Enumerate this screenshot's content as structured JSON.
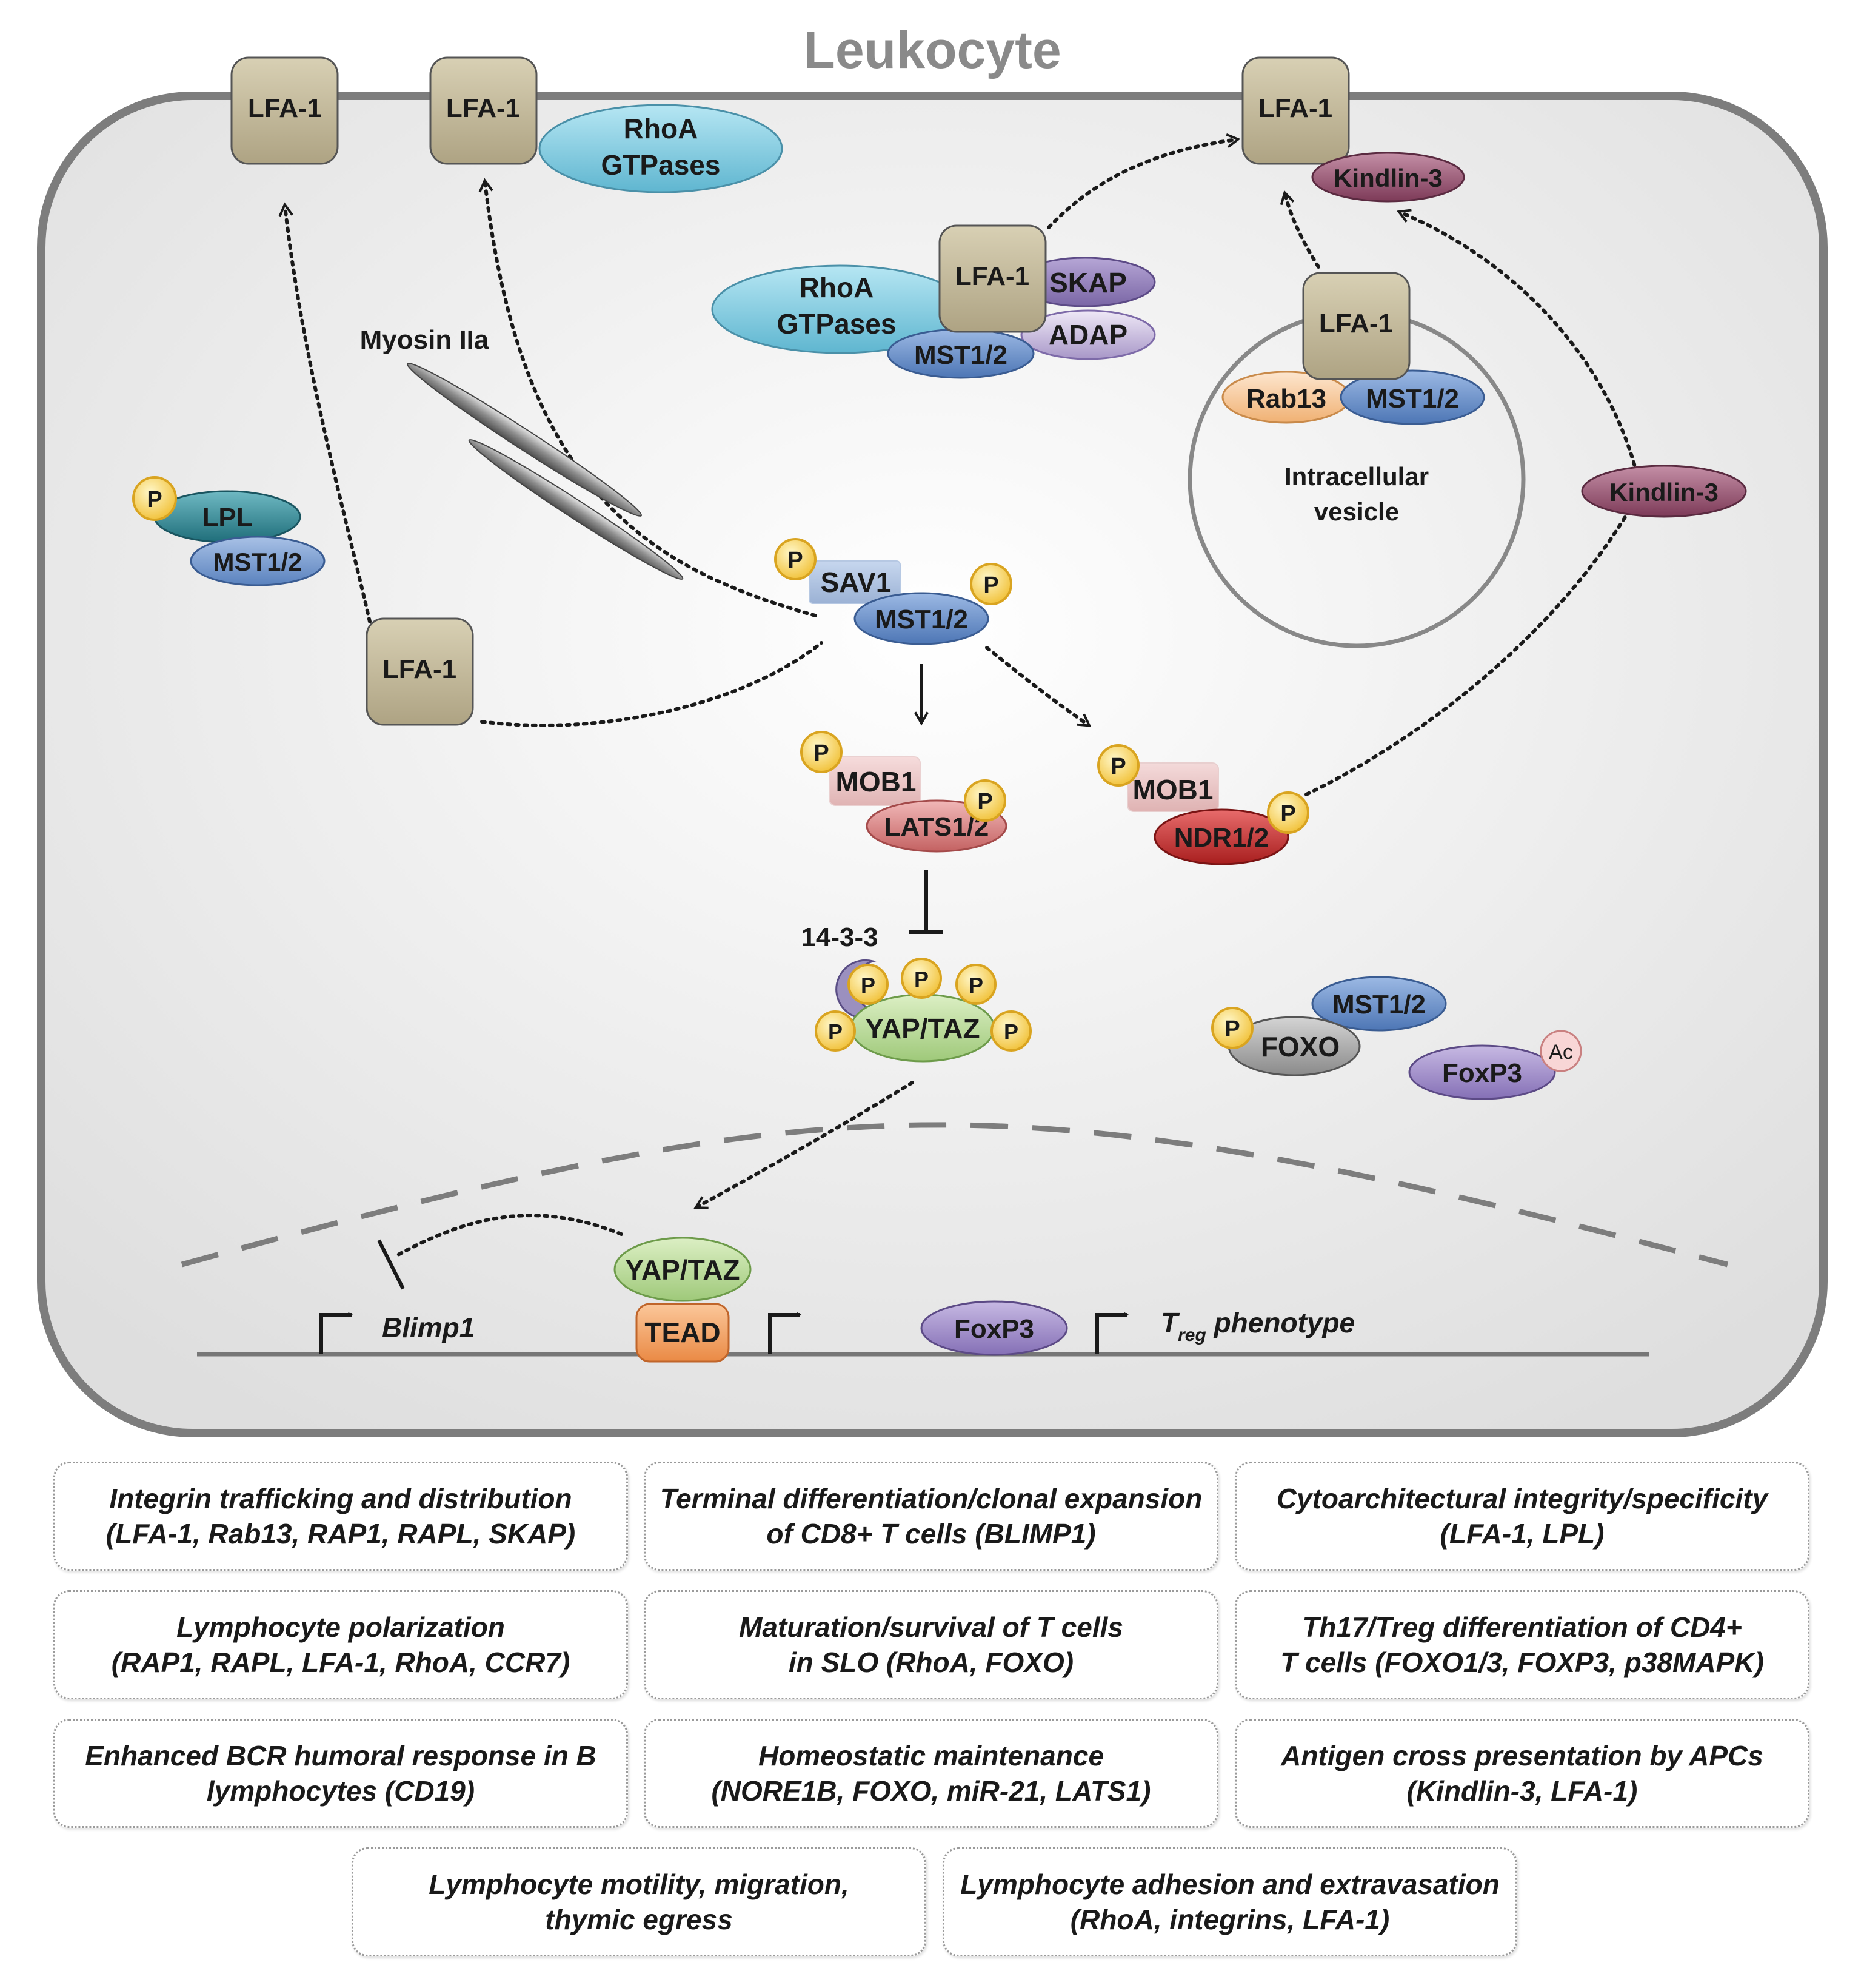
{
  "title": "Leukocyte",
  "proteins": {
    "lfa1": "LFA-1",
    "rhoa_gtpases": [
      "RhoA",
      "GTPases"
    ],
    "kindlin3": "Kindlin-3",
    "skap": "SKAP",
    "adap": "ADAP",
    "mst12": "MST1/2",
    "rab13": "Rab13",
    "lpl": "LPL",
    "sav1": "SAV1",
    "mob1": "MOB1",
    "lats12": "LATS1/2",
    "ndr12": "NDR1/2",
    "yap_taz": "YAP/TAZ",
    "foxo": "FOXO",
    "foxp3": "FoxP3",
    "tead": "TEAD",
    "p": "P",
    "ac": "Ac",
    "myosin": "Myosin IIa",
    "fourteen33": "14-3-3"
  },
  "vesicle": [
    "Intracellular",
    "vesicle"
  ],
  "genes": {
    "blimp1": "Blimp1",
    "treg_t": "T",
    "treg_sub": "reg",
    "treg_rest": " phenotype"
  },
  "functions": [
    [
      "Integrin trafficking and distribution",
      "(LFA-1, Rab13, RAP1, RAPL, SKAP)"
    ],
    [
      "Terminal differentiation/clonal expansion",
      "of CD8+ T cells (BLIMP1)"
    ],
    [
      "Cytoarchitectural integrity/specificity",
      "(LFA-1, LPL)"
    ],
    [
      "Lymphocyte polarization",
      "(RAP1, RAPL, LFA-1, RhoA, CCR7)"
    ],
    [
      "Maturation/survival of T cells",
      "in SLO (RhoA, FOXO)"
    ],
    [
      "Th17/Treg differentiation of CD4+",
      "T cells (FOXO1/3, FOXP3, p38MAPK)"
    ],
    [
      "Enhanced BCR humoral response in B",
      "lymphocytes (CD19)"
    ],
    [
      "Homeostatic maintenance",
      "(NORE1B, FOXO, miR-21, LATS1)"
    ],
    [
      "Antigen cross presentation by APCs",
      "(Kindlin-3, LFA-1)"
    ],
    [
      "Lymphocyte motility, migration,",
      "thymic egress"
    ],
    [
      "Lymphocyte adhesion and extravasation",
      "(RhoA, integrins, LFA-1)"
    ]
  ],
  "colors": {
    "lfa1_fill": "#c2b89a",
    "rhoa": "#7ccbe0",
    "mst": "#5e86c2",
    "kindlin": "#8a4a66",
    "skap": "#8b78b3",
    "rab13": "#f6c89a",
    "lpl": "#2d8290",
    "sav1": "#a9c6e8",
    "mob1": "#f2c6c6",
    "lats": "#d77e7e",
    "ndr": "#c73030",
    "yap": "#b9d99a",
    "foxo": "#9a9a9a",
    "foxp3": "#9b86c6",
    "tead": "#f1a060",
    "phospho": "#f6d56a",
    "cell_border": "#7d7d7d"
  }
}
